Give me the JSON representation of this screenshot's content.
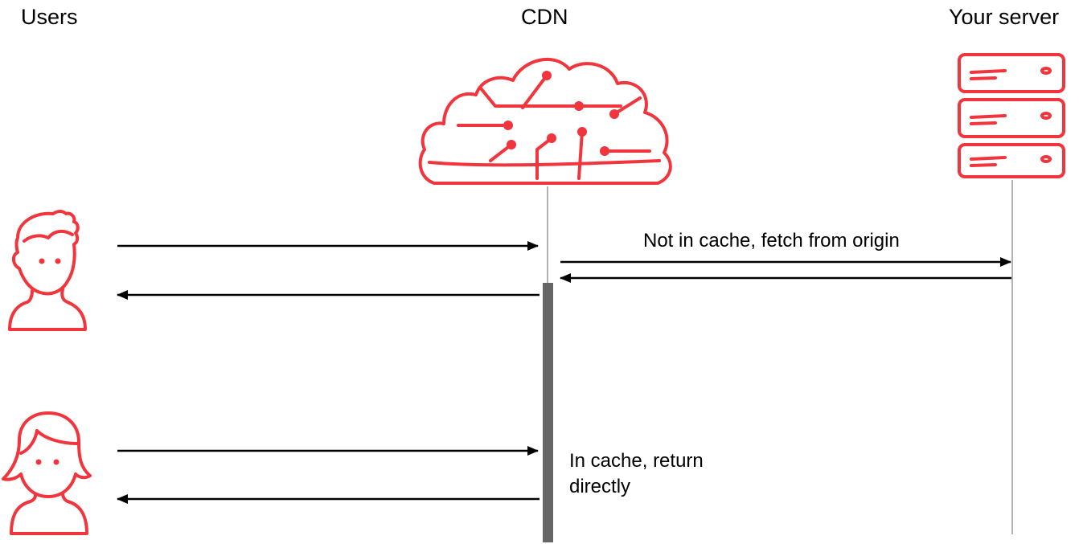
{
  "actors": {
    "users": "Users",
    "cdn": "CDN",
    "server": "Your server"
  },
  "messages": {
    "origin_fetch": "Not in cache, fetch from origin",
    "cache_hit": "In cache, return directly"
  },
  "colors": {
    "icon": "#f2353d",
    "arrow": "#000000",
    "lifeline": "#999999",
    "activation": "#666666"
  },
  "icons": {
    "cdn": "cloud-network-icon",
    "server": "server-rack-icon",
    "user_first": "boy-user-icon",
    "user_second": "girl-user-icon"
  }
}
